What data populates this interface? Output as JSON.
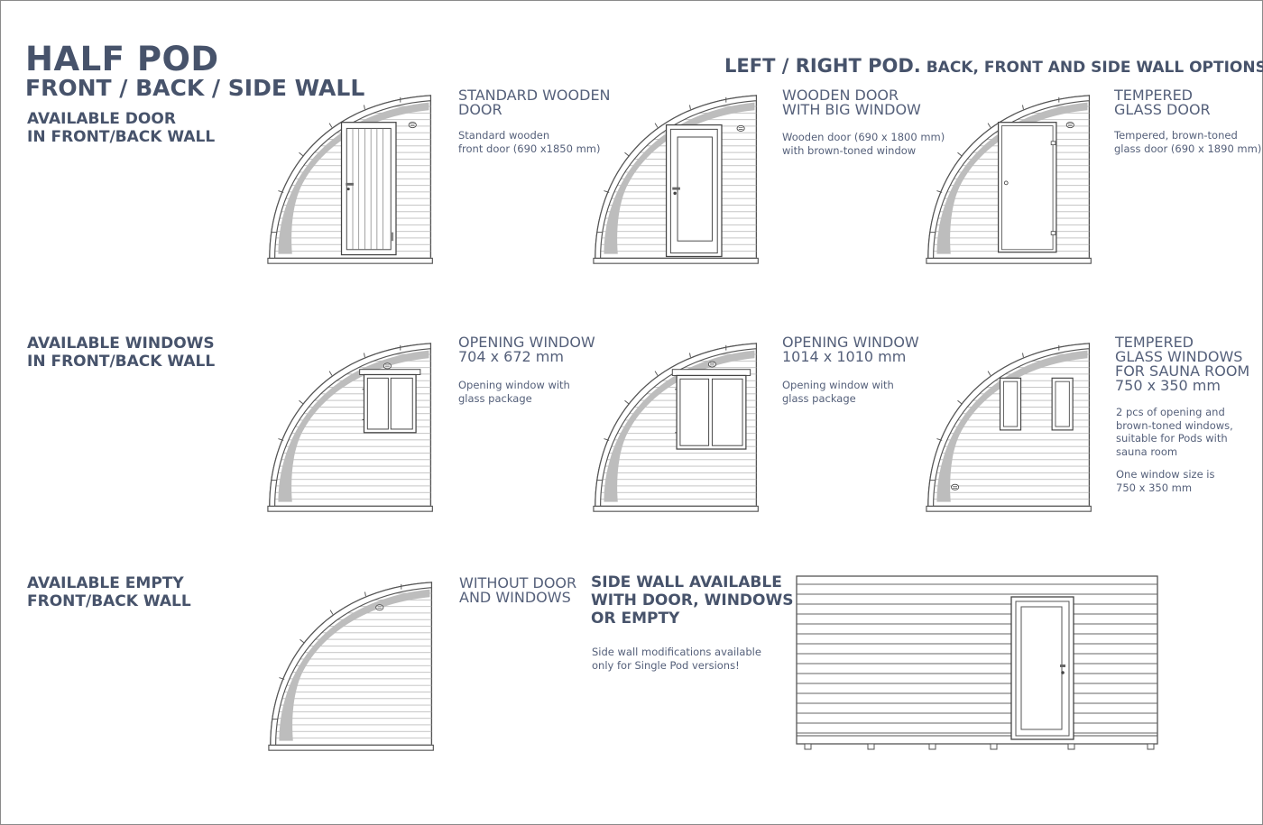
{
  "header": {
    "title": "HALF POD",
    "subtitle": "FRONT / BACK / SIDE WALL",
    "right_title_big": "LEFT / RIGHT POD.",
    "right_title_small": " BACK, FRONT AND SIDE WALL OPTIONS"
  },
  "sections": {
    "door": "AVAILABLE DOOR\nIN FRONT/BACK WALL",
    "windows": "AVAILABLE WINDOWS\nIN FRONT/BACK WALL",
    "empty": "AVAILABLE EMPTY\nFRONT/BACK WALL"
  },
  "options": {
    "standard_door": {
      "title": "STANDARD WOODEN\nDOOR",
      "desc": "Standard wooden\nfront door (690 x1850 mm)"
    },
    "big_window_door": {
      "title": "WOODEN DOOR\nWITH BIG WINDOW",
      "desc": "Wooden door (690 x 1800 mm)\nwith brown-toned window"
    },
    "glass_door": {
      "title": "TEMPERED\nGLASS DOOR",
      "desc": "Tempered, brown-toned\nglass door (690 x 1890 mm)"
    },
    "window_small": {
      "title": "OPENING WINDOW\n704 x 672 mm",
      "desc": "Opening window with\nglass package"
    },
    "window_large": {
      "title": "OPENING WINDOW\n1014 x 1010 mm",
      "desc": "Opening window with\nglass package"
    },
    "sauna_windows": {
      "title": "TEMPERED\nGLASS WINDOWS\nFOR SAUNA ROOM\n750 x 350 mm",
      "desc": "2 pcs of opening and\nbrown-toned windows,\nsuitable for Pods with\nsauna room",
      "desc2": "One window size is\n750 x 350 mm"
    },
    "empty_wall": {
      "title": "WITHOUT DOOR\nAND WINDOWS"
    }
  },
  "side_wall": {
    "title": "SIDE WALL AVAILABLE\nWITH DOOR, WINDOWS\nOR EMPTY",
    "desc": "Side wall modifications available\nonly for Single Pod versions!"
  },
  "colors": {
    "heading": "#47536b",
    "text": "#55607a",
    "arch_fill": "#bcbcbc",
    "line": "#555555"
  },
  "icons": [
    "vent-icon",
    "door-handle-icon",
    "hinge-icon"
  ]
}
